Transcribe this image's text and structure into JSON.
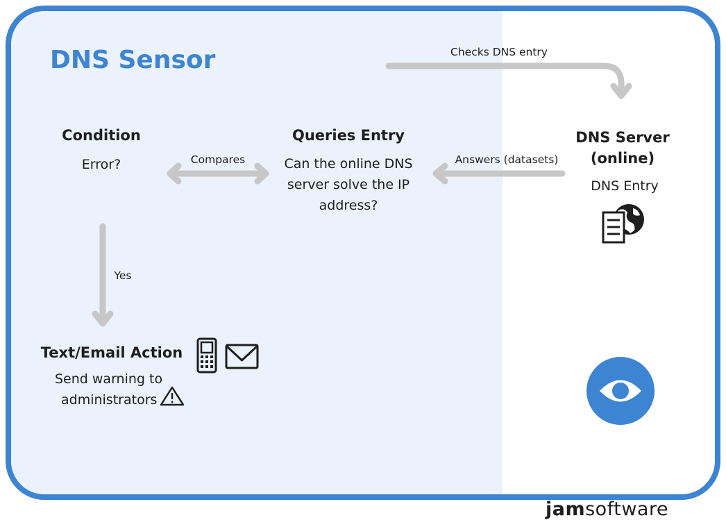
{
  "colors": {
    "frame": "#3d84d2",
    "sensor_zone": "#ebf2fb",
    "heading": "#3d84d2",
    "arrow": "#c7c7c7",
    "text": "#1e1e1e"
  },
  "heading": "DNS Sensor",
  "nodes": {
    "condition": {
      "title": "Condition",
      "text": "Error?"
    },
    "queries": {
      "title": "Queries Entry",
      "lines": [
        "Can the online DNS",
        "server solve the IP",
        "address?"
      ]
    },
    "server": {
      "title_lines": [
        "DNS Server",
        "(online)"
      ],
      "text": "DNS Entry",
      "icon": "server-globe-icon"
    },
    "action": {
      "title": "Text/Email Action",
      "lines": [
        "Send warning to",
        "administrators"
      ],
      "icons": [
        "mobile-phone-icon",
        "envelope-icon",
        "warning-triangle-icon"
      ]
    }
  },
  "edges": {
    "checks": "Checks DNS entry",
    "answers": "Answers (datasets)",
    "compares": "Compares",
    "yes": "Yes"
  },
  "monitor_icon": "eye-icon",
  "logo": {
    "bold": "jam",
    "light": "software"
  }
}
